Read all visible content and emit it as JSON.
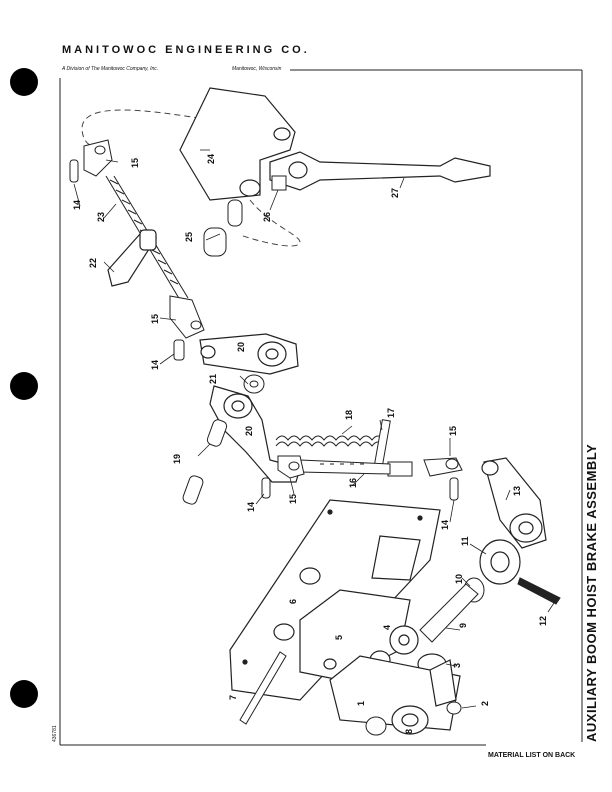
{
  "header": {
    "company": "MANITOWOC ENGINEERING CO.",
    "division": "A Division of The Manitowoc Company, Inc.",
    "location": "Manitowoc, Wisconsin"
  },
  "title": "AUXILIARY BOOM HOIST BRAKE ASSEMBLY",
  "doc_number": "436781",
  "footer": "MATERIAL LIST ON BACK",
  "part_labels": [
    "1",
    "2",
    "3",
    "4",
    "5",
    "6",
    "7",
    "8",
    "9",
    "10",
    "11",
    "12",
    "13",
    "14",
    "14",
    "14",
    "14",
    "15",
    "15",
    "15",
    "15",
    "16",
    "17",
    "18",
    "19",
    "20",
    "20",
    "21",
    "22",
    "23",
    "24",
    "25",
    "26",
    "27"
  ]
}
